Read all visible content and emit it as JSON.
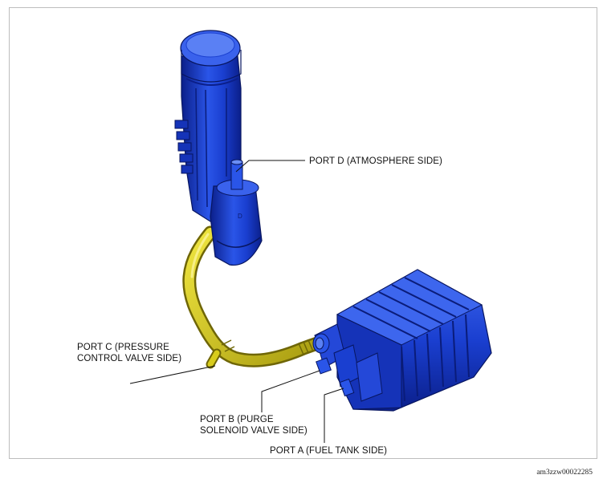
{
  "labels": {
    "port_d": "PORT D (ATMOSPHERE SIDE)",
    "port_c_line1": "PORT C (PRESSURE",
    "port_c_line2": "CONTROL VALVE SIDE)",
    "port_b_line1": "PORT B (PURGE",
    "port_b_line2": "SOLENOID VALVE SIDE)",
    "port_a": "PORT A (FUEL TANK SIDE)",
    "filter_mark": "D"
  },
  "figure_code": "am3zzw00022285",
  "colors": {
    "canister_blue": "#1a3fd0",
    "canister_dark": "#0b1f8a",
    "canister_light": "#4f78f0",
    "hose_yellow": "#d8cc1c",
    "hose_dark": "#8a7f0a",
    "frame": "#bdbdbd"
  }
}
